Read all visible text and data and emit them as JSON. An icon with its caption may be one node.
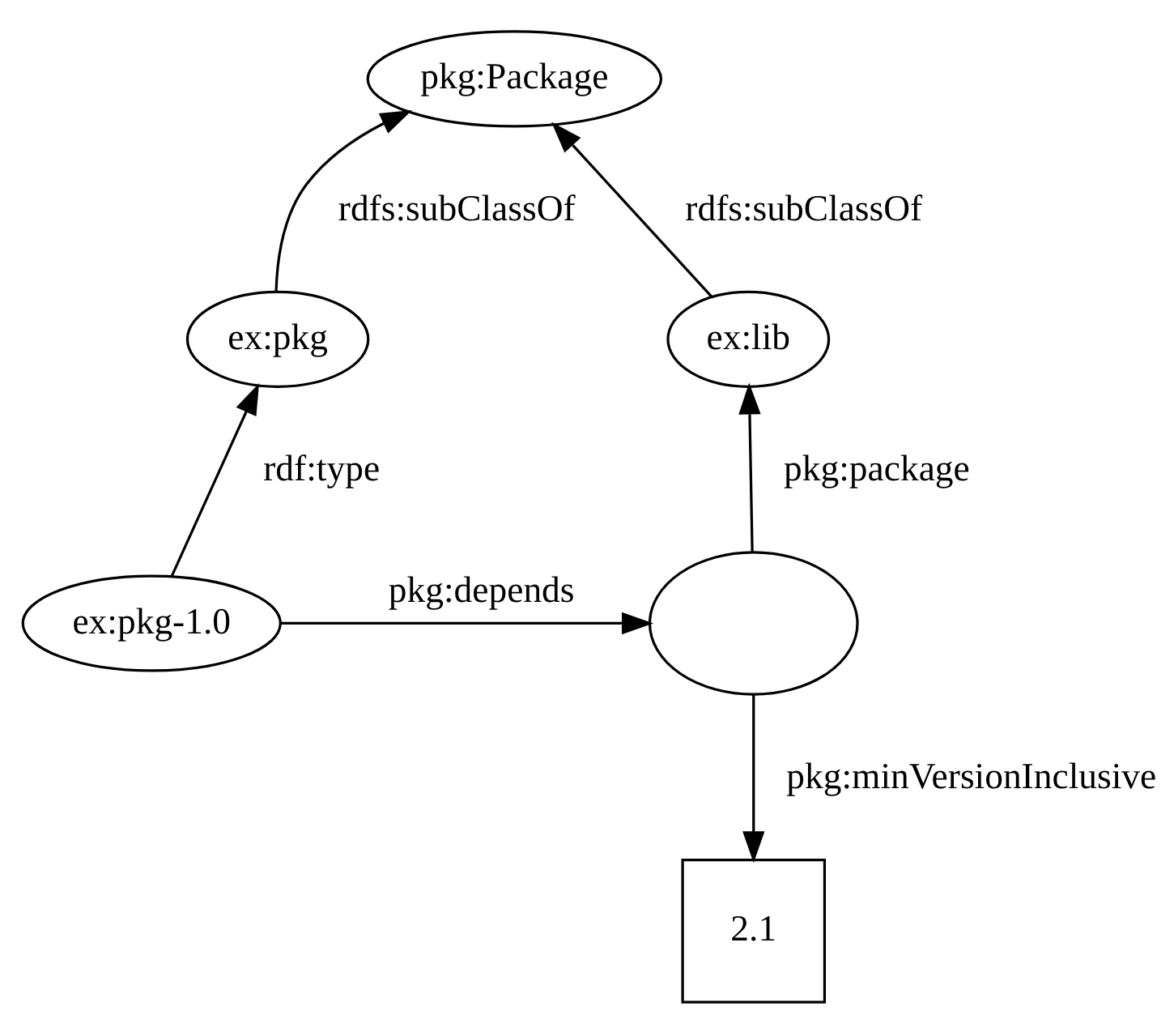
{
  "diagram": {
    "nodes": [
      {
        "text": [
          "pkg:Package"
        ]
      },
      {
        "text": [
          "ex:pkg"
        ]
      },
      {
        "text": [
          "ex:lib"
        ]
      },
      {
        "text": [
          "ex:pkg-1.0"
        ]
      },
      {
        "text": [],
        "shape": "circle"
      },
      {
        "text": [
          "2.1"
        ]
      }
    ],
    "edges": [
      {
        "from": 1,
        "to": 0,
        "arrow": "to",
        "label": "rdfs:subClassOf"
      },
      {
        "from": 2,
        "to": 0,
        "arrow": "to",
        "label": "rdfs:subClassOf"
      },
      {
        "from": 3,
        "to": 1,
        "arrow": "to",
        "label": "rdf:type"
      },
      {
        "from": 4,
        "to": 2,
        "arrow": "to",
        "label": "pkg:package"
      },
      {
        "from": 3,
        "to": 4,
        "arrow": "to",
        "label": "pkg:depends"
      },
      {
        "from": 4,
        "to": 5,
        "arrow": "to",
        "label": "pkg:minVersionInclusive"
      }
    ]
  }
}
